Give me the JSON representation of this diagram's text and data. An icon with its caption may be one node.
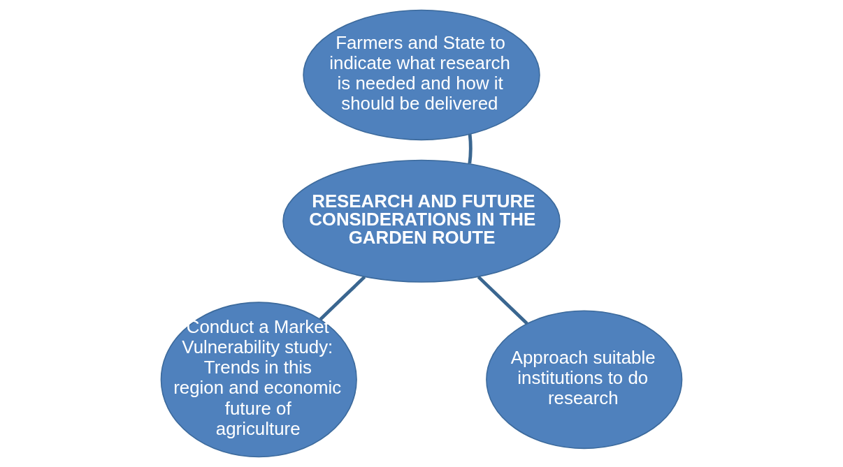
{
  "diagram": {
    "nodes": [
      {
        "text": [
          "Farmers and State to indicate what research is needed and how it should be delivered"
        ]
      },
      {
        "text": [
          "RESEARCH AND FUTURE CONSIDERATIONS IN THE GARDEN ROUTE"
        ]
      },
      {
        "text": [
          "Conduct a Market Vulnerability study: Trends in this region and economic future of agriculture"
        ]
      },
      {
        "text": [
          "Approach suitable institutions to do research"
        ]
      }
    ],
    "edges": [
      {
        "from": 1,
        "to": 0,
        "arrow": "none"
      },
      {
        "from": 1,
        "to": 2,
        "arrow": "none"
      },
      {
        "from": 1,
        "to": 3,
        "arrow": "none"
      }
    ]
  }
}
